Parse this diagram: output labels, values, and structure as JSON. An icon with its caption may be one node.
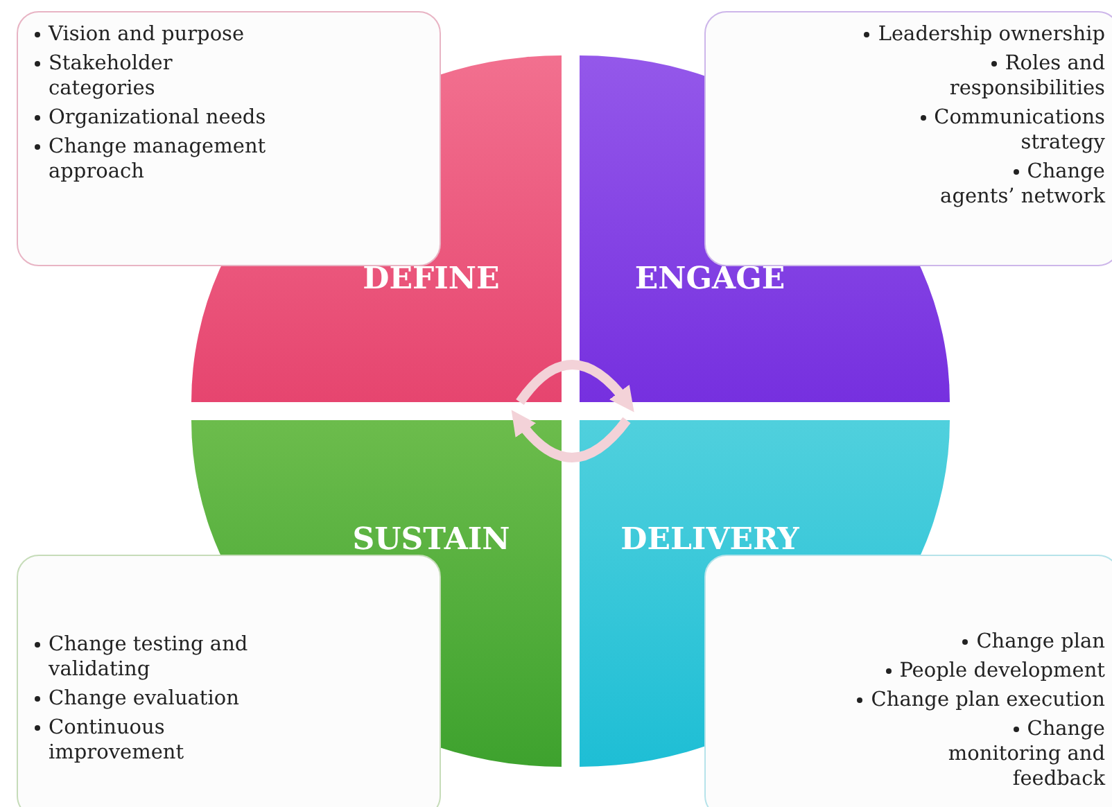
{
  "diagram": {
    "nodes": [
      {
        "text": [
          "Vision and purpose",
          "Stakeholder categories",
          "Organizational needs",
          "Change management approach"
        ]
      },
      {
        "text": [
          "Leadership ownership",
          "Roles and responsibilities",
          "Communications strategy",
          "Change agents’ network"
        ]
      },
      {
        "text": [
          "DEFINE"
        ]
      },
      {
        "text": [
          "ENGAGE"
        ]
      },
      {
        "text": [
          "SUSTAIN"
        ]
      },
      {
        "text": [
          "DELIVERY"
        ]
      },
      {
        "text": [
          "Change testing and validating",
          "Change evaluation",
          "Continuous improvement"
        ]
      },
      {
        "text": [
          "Change plan",
          "People development",
          "Change plan execution",
          "Change monitoring and feedback"
        ]
      }
    ],
    "edges": [
      {
        "from": 2,
        "to": 3,
        "arrow": "to"
      },
      {
        "from": 5,
        "to": 4,
        "arrow": "to"
      }
    ]
  }
}
